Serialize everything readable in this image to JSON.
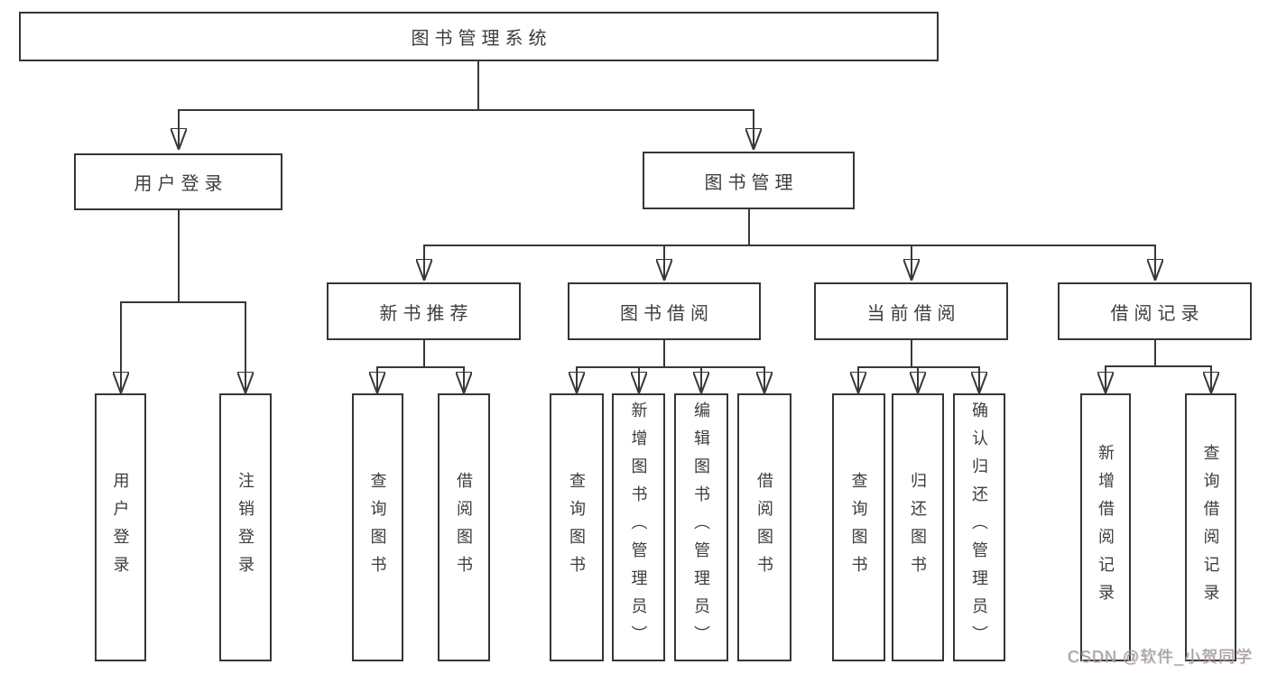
{
  "diagram": {
    "watermark": "CSDN @软件_小贺同学",
    "colors": {
      "line": "#383838",
      "box_border": "#363636",
      "text": "#3d3d3d",
      "watermark_text": "#9f9f9f",
      "background": "#ffffff"
    },
    "tree": {
      "label": "图书管理系统",
      "children": [
        {
          "label": "用户登录",
          "children": [
            {
              "label": "用户登录"
            },
            {
              "label": "注销登录"
            }
          ]
        },
        {
          "label": "图书管理",
          "children": [
            {
              "label": "新书推荐",
              "children": [
                {
                  "label": "查询图书"
                },
                {
                  "label": "借阅图书"
                }
              ]
            },
            {
              "label": "图书借阅",
              "children": [
                {
                  "label": "查询图书"
                },
                {
                  "label": "新增图书（管理员）"
                },
                {
                  "label": "编辑图书（管理员）"
                },
                {
                  "label": "借阅图书"
                }
              ]
            },
            {
              "label": "当前借阅",
              "children": [
                {
                  "label": "查询图书"
                },
                {
                  "label": "归还图书"
                },
                {
                  "label": "确认归还（管理员）"
                }
              ]
            },
            {
              "label": "借阅记录",
              "children": [
                {
                  "label": "新增借阅记录"
                },
                {
                  "label": "查询借阅记录"
                }
              ]
            }
          ]
        }
      ]
    }
  }
}
